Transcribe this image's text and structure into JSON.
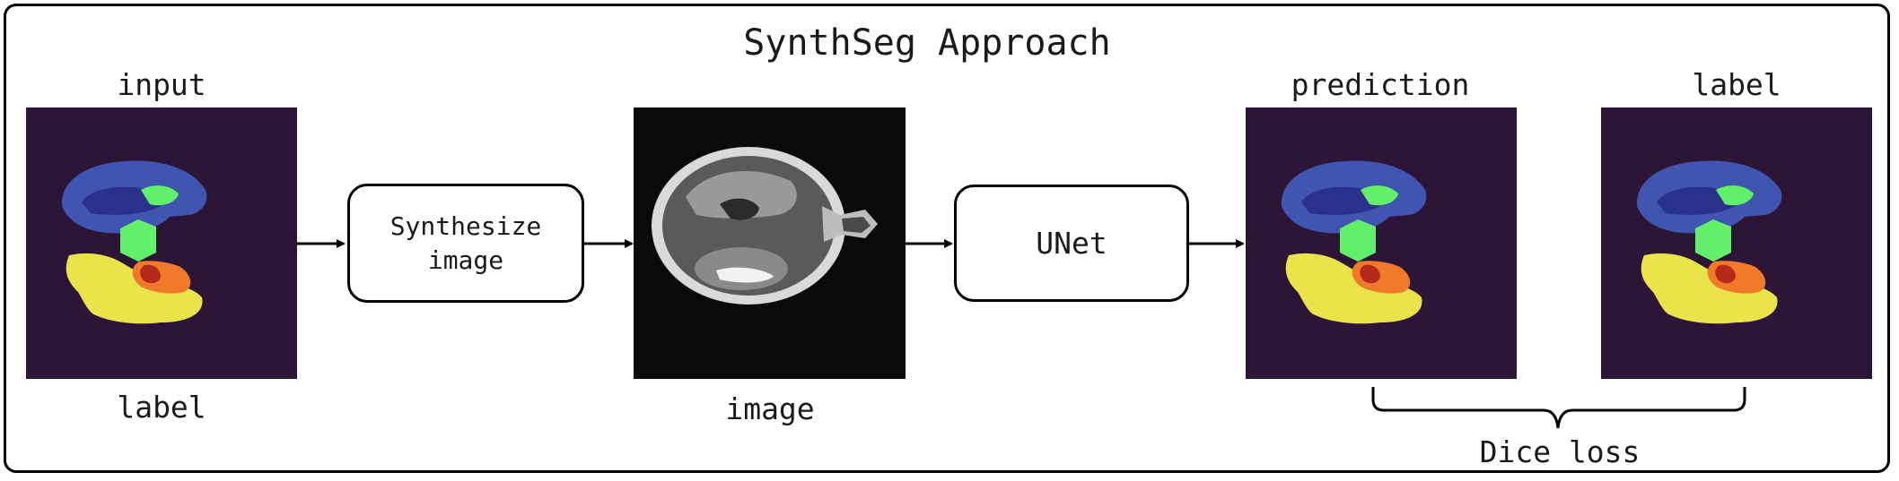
{
  "diagram": {
    "title": "SynthSeg Approach",
    "labels": {
      "input": "input",
      "input_label": "label",
      "image": "image",
      "prediction": "prediction",
      "label": "label",
      "loss": "Dice loss"
    },
    "boxes": {
      "synthesize": "Synthesize\nimage",
      "unet": "UNet"
    },
    "colors": {
      "seg_background": "#2d1537",
      "cortex": "#3f55b0",
      "white_matter": "#29318a",
      "green_structure": "#62f06a",
      "cerebellum_yellow": "#e8e44a",
      "orange_structure": "#f07a2a",
      "red_structure": "#b62818",
      "mri_background": "#0a0a0a"
    }
  }
}
